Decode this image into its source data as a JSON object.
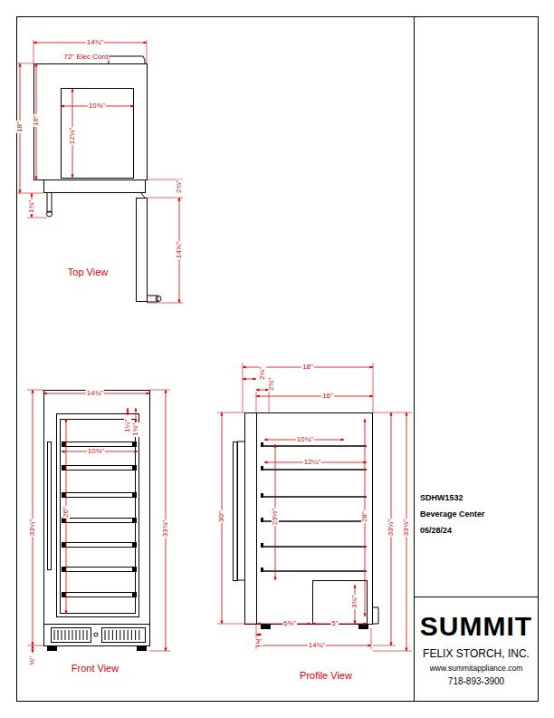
{
  "diagram": {
    "nodes": [
      {
        "text": [
          "SUMMIT",
          "FELIX STORCH, INC.",
          "www.summitappliance.com",
          "718-893-3900"
        ]
      }
    ],
    "labels": [
      "14¾\"",
      "72\" Elec Cord",
      "10⅝\"",
      "12¼\"",
      "16\"",
      "18\"",
      "1¾\"",
      "2¾\"",
      "14⅝\"",
      "Top View",
      "14¾\"",
      "1¼\"",
      "1¾\"",
      "10⅝\"",
      "26\"",
      "33¼\"",
      "33¾\"",
      "½\"",
      "Front View",
      "18\"",
      "2⅛\"",
      "2¾\"",
      "16\"",
      "10¾\"",
      "12¼\"",
      "23½\"",
      "30\"",
      "28\"",
      "33¼\"",
      "33¾\"",
      "3¾\"",
      "6⅝\"",
      "5\"",
      "3\"",
      "14¾\"",
      "Profile View",
      "SDHW1532",
      "Beverage Center",
      "05/28/24"
    ]
  }
}
